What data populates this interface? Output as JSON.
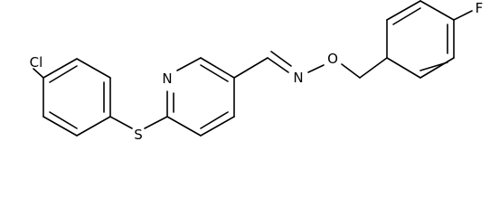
{
  "molecule": {
    "atoms": {
      "chlorine": "Cl",
      "sulfur": "S",
      "pyridine_nitrogen": "N",
      "imine_nitrogen": "N",
      "oxime_oxygen": "O",
      "fluorine": "F"
    }
  },
  "colors": {
    "bond": "#000000",
    "label": "#000000",
    "background": "#ffffff"
  }
}
